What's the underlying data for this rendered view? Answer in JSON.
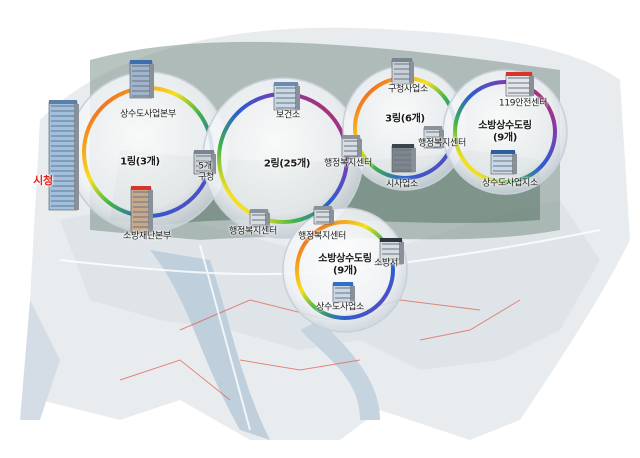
{
  "rings": [
    {
      "id": "ring-1",
      "title": "1링(3개)"
    },
    {
      "id": "ring-2",
      "title": "2링(25개)"
    },
    {
      "id": "ring-3",
      "title": "3링(6개)",
      "subtitle": "(6개)"
    },
    {
      "id": "ring-4",
      "title": "소방상수도링",
      "subtitle": "(9개)"
    },
    {
      "id": "ring-5",
      "title": "소방상수도링",
      "subtitle": "(9개)"
    }
  ],
  "labels": {
    "city_hall": "시청",
    "water_hq": "상수도사업본부",
    "fire_hq": "소방재난본부",
    "district_office_left": "5개",
    "district_office_left_sub": "구청",
    "health_center": "보건소",
    "admin_center_a": "행정복지센터",
    "admin_center_b": "행정복지센터",
    "admin_center_c": "행정복지센터",
    "admin_center_d": "행정복지센터",
    "district_office_right": "구청사업소",
    "city_office": "시사업소",
    "fire_center_119": "119안전센터",
    "water_office_a": "상수도사업지소",
    "fire_station": "소방서",
    "water_office_b": "상수도사업소"
  },
  "colors": {
    "ring_red": "#e5262c",
    "ring_orange": "#f39a1e",
    "ring_yellow": "#f6e11d",
    "ring_green": "#3fb34a",
    "ring_blue": "#2b5fd0",
    "ring_violet": "#7a3bb5",
    "city_red": "#e0241b"
  }
}
